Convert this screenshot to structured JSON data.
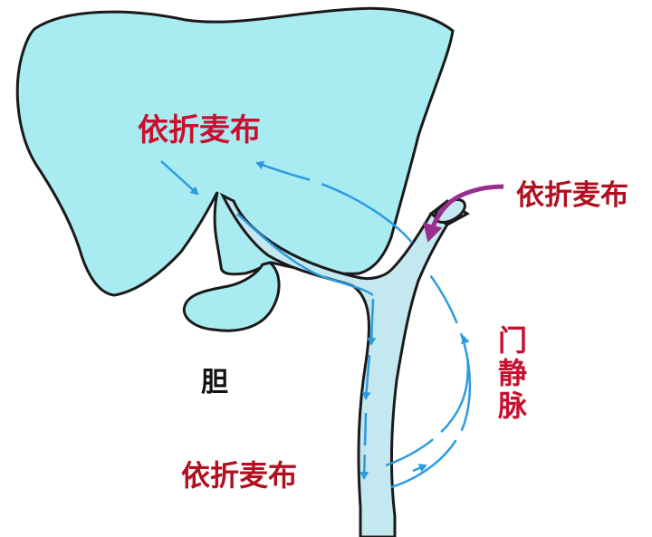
{
  "labels": {
    "liver": "依折麦布",
    "inflow": "依折麦布",
    "bottom": "依折麦布",
    "gallbladder": "胆",
    "portal_vein": [
      "门",
      "静",
      "脉"
    ]
  },
  "colors": {
    "organ_fill": "#a8ecf2",
    "vessel_fill": "#c4e8f0",
    "outline": "#1a1a1a",
    "flow_arrow": "#2b9be0",
    "inflow_arrow": "#9b2f8f",
    "label_red": "#c8102e"
  }
}
